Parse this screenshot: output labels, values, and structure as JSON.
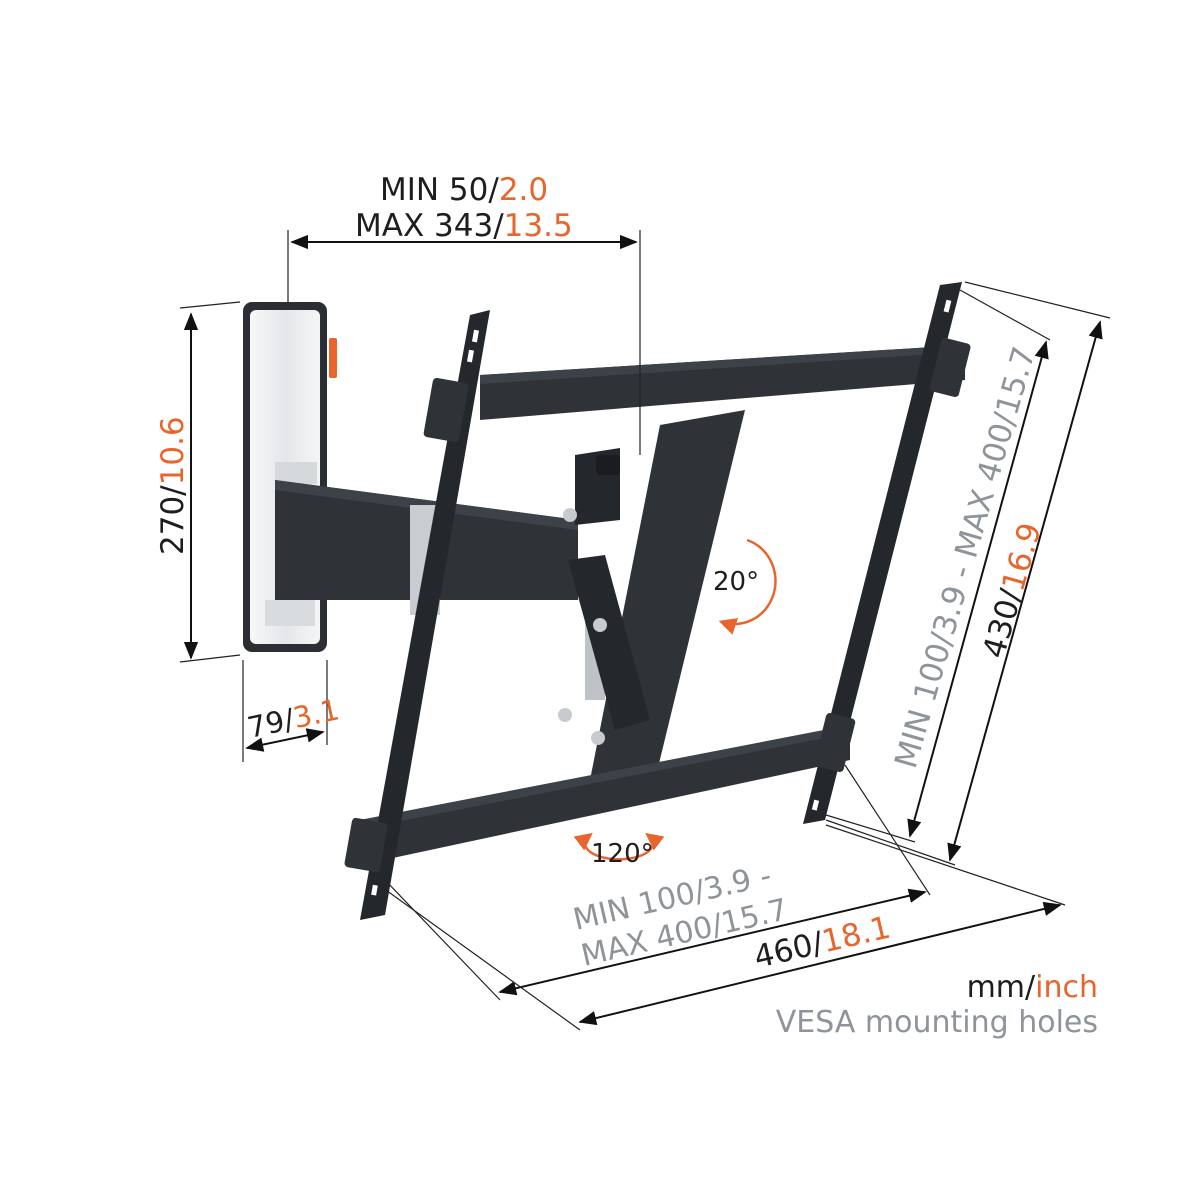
{
  "colors": {
    "dark_text": "#1e1e1e",
    "accent_orange": "#e8662c",
    "grey_text": "#8e9499",
    "bracket": "#2f3338",
    "wall_plate": "#e9ebed"
  },
  "dimensions": {
    "arm_extension": {
      "min_label": "MIN 50/",
      "min_inch": "2.0",
      "max_label": "MAX 343/",
      "max_inch": "13.5"
    },
    "wall_plate_height": {
      "mm": "270/",
      "inch": "10.6"
    },
    "wall_plate_width": {
      "mm": "79/",
      "inch": "3.1"
    },
    "vesa_vertical": {
      "text": "MIN 100/3.9 - MAX 400/15.7"
    },
    "bracket_height": {
      "mm": "430/",
      "inch": "16.9"
    },
    "vesa_horizontal": {
      "line1": "MIN 100/3.9 -",
      "line2": "MAX 400/15.7"
    },
    "bracket_width": {
      "mm": "460/",
      "inch": "18.1"
    }
  },
  "motion": {
    "tilt": {
      "label": "20°",
      "icon": "tilt-arrow-icon"
    },
    "swivel": {
      "label": "120°",
      "icon": "swivel-arrow-icon"
    }
  },
  "legend": {
    "units_mm": "mm/",
    "units_inch": "inch",
    "vesa_note": "VESA mounting holes"
  }
}
